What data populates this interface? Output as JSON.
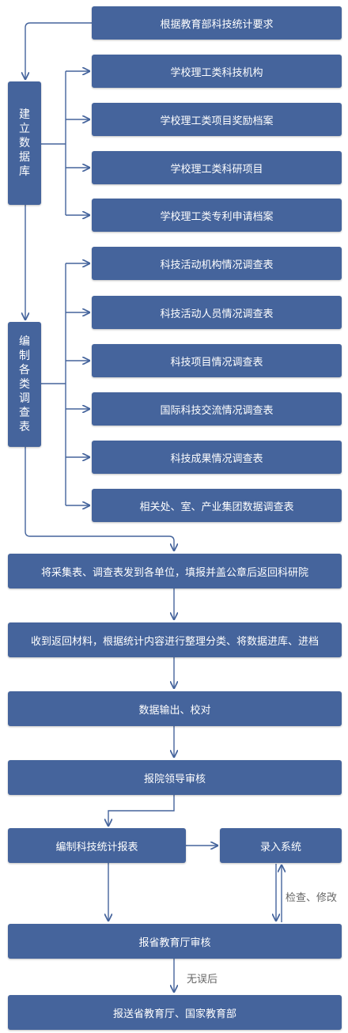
{
  "top_box": "根据教育部科技统计要求",
  "left_boxes": [
    "建立数据库",
    "编制各类调查表"
  ],
  "database_items": [
    "学校理工类科技机构",
    "学校理工类项目奖励档案",
    "学校理工类科研项目",
    "学校理工类专利申请档案"
  ],
  "survey_items": [
    "科技活动机构情况调查表",
    "科技活动人员情况调查表",
    "科技项目情况调查表",
    "国际科技交流情况调查表",
    "科技成果情况调查表",
    "相关处、室、产业集团数据调查表"
  ],
  "steps": [
    "将采集表、调查表发到各单位，填报并盖公章后返回科研院",
    "收到返回材料，根据统计内容进行整理分类、将数据进库、进档",
    "数据输出、校对",
    "报院领导审核"
  ],
  "compile_box": "编制科技统计报表",
  "entry_box": "录入系统",
  "check_label": "检查、修改",
  "province_box": "报省教育厅审核",
  "ok_label": "无误后",
  "final_box": "报送省教育厅、国家教育部",
  "colors": {
    "box": "#45649c",
    "line": "#45649c",
    "text": "#ffffff"
  }
}
